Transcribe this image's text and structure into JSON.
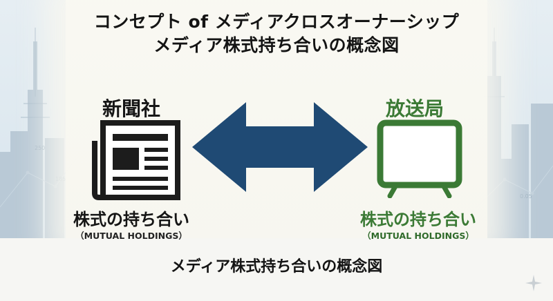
{
  "title": {
    "line1": "コンセプト of メディアクロスオーナーシップ",
    "line2": "メディア株式持ち合いの概念図"
  },
  "newspaper": {
    "title": "新聞社",
    "holdings": "株式の持ち合い",
    "holdings_en": "（MUTUAL HOLDINGS）"
  },
  "broadcaster": {
    "title": "放送局",
    "holdings": "株式の持ち合い",
    "holdings_en": "（MUTUAL HOLDINGS）"
  },
  "caption": "メディア株式持ち合いの概念図",
  "background_labels": {
    "left_a": "250",
    "left_b": "185",
    "right_a": "0.05"
  },
  "colors": {
    "arrow": "#1f4a74",
    "broadcaster_green": "#3b7a35",
    "newspaper_dark": "#1c1c1c"
  },
  "icons": {
    "newspaper": "newspaper-icon",
    "tv": "tv-icon",
    "arrow": "double-arrow-icon",
    "sparkle": "sparkle-icon"
  }
}
